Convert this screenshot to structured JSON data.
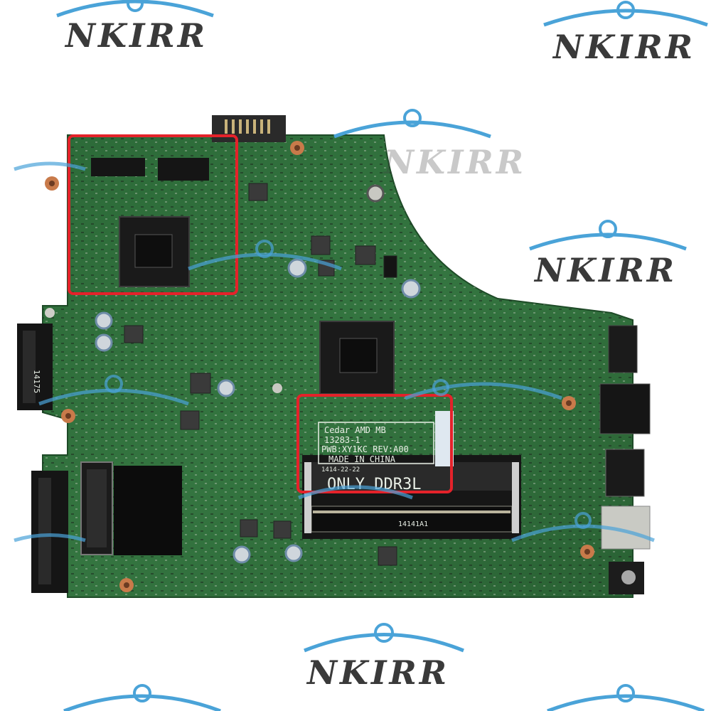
{
  "watermark": {
    "brand": "NKIRR"
  },
  "board": {
    "label_line1": "Cedar AMD MB",
    "label_line2": "13283-1",
    "label_line3": "PWB:XY1KC REV:A00",
    "label_line4": "MADE IN CHINA",
    "date_code": "1414-22-22",
    "ram_marking": "ONLY DDR3L",
    "slot_marking": "14141A1",
    "sata_marking": "14175"
  },
  "colors": {
    "pcb": "#2f6b3a",
    "highlight": "#e4222a",
    "watermark_arc": "#4aa3d8"
  }
}
